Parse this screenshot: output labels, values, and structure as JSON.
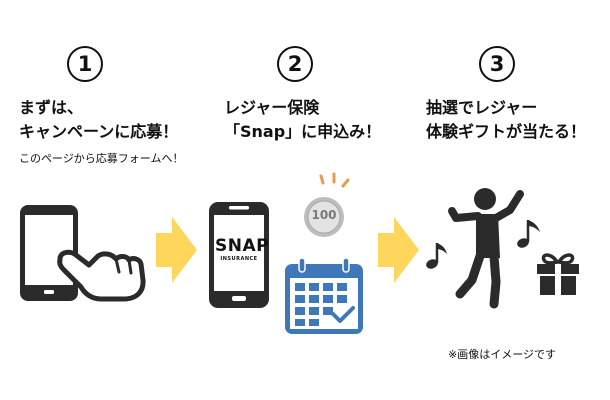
{
  "steps": [
    {
      "number": "1",
      "title_line1": "まずは、",
      "title_line2": "キャンペーンに応募！",
      "subtitle": "このページから応募フォームへ！"
    },
    {
      "number": "2",
      "title_line1": "レジャー保険",
      "title_line2": "「Snap」に申込み！"
    },
    {
      "number": "3",
      "title_line1": "抽選でレジャー",
      "title_line2": "体験ギフトが当たる！"
    }
  ],
  "logo": {
    "main": "SNAP",
    "sub": "INSURANCE"
  },
  "coin_value": "100",
  "note": "※画像はイメージです",
  "icons": [
    "phone-icon",
    "pointing-hand-icon",
    "arrow-right-icon",
    "snap-logo-phone-icon",
    "coin-icon",
    "calendar-icon",
    "dancing-person-icon",
    "music-note-icon",
    "gift-icon"
  ],
  "colors": {
    "icon": "#2b2b2b",
    "arrow": "#ffd65c",
    "calendar": "#3f78b8",
    "coin": "#c9c9c9",
    "sparkle": "#e89a4e"
  }
}
